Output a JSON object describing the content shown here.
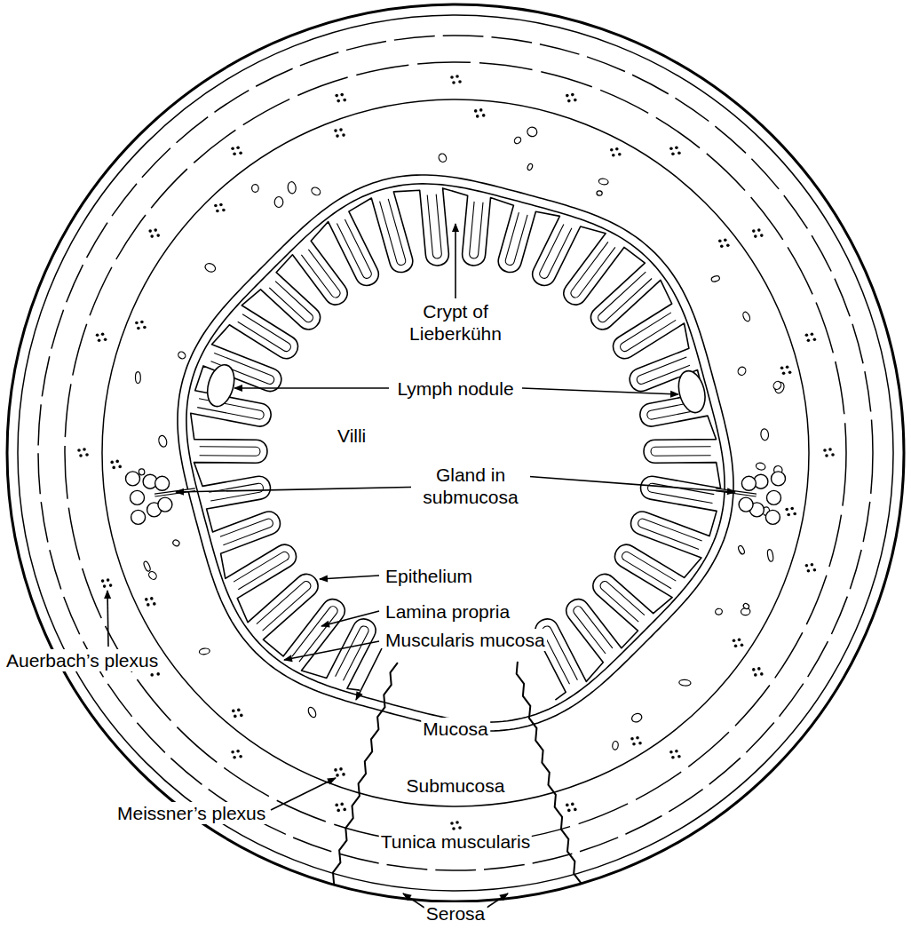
{
  "diagram": {
    "labels": [
      "Crypt of Lieberkühn",
      "Lymph nodule",
      "Villi",
      "Gland in submucosa",
      "Epithelium",
      "Lamina propria",
      "Muscularis mucosa",
      "Auerbach’s plexus",
      "Mucosa",
      "Submucosa",
      "Meissner’s plexus",
      "Tunica muscularis",
      "Serosa"
    ]
  }
}
